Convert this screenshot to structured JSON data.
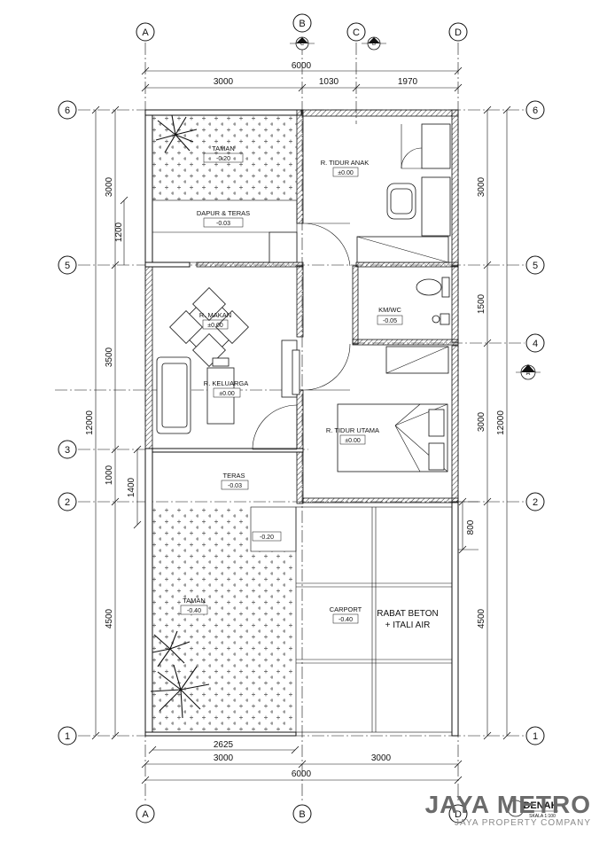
{
  "grid": {
    "letters": [
      "A",
      "B",
      "C",
      "D"
    ],
    "numbers": [
      "1",
      "2",
      "3",
      "4",
      "5",
      "6"
    ]
  },
  "dims": {
    "top_total": "6000",
    "top_a": "3000",
    "top_b": "1030",
    "top_c": "1970",
    "bottom_inner": "2625",
    "bottom_a": "3000",
    "bottom_b": "3000",
    "bottom_total": "6000",
    "left_total": "12000",
    "left_3000": "3000",
    "left_1200": "1200",
    "left_3500": "3500",
    "left_1000": "1000",
    "left_1400": "1400",
    "left_4500": "4500",
    "right_total": "12000",
    "right_3000a": "3000",
    "right_1500": "1500",
    "right_3000b": "3000",
    "right_800": "800",
    "right_4500": "4500"
  },
  "section_marks": [
    "C",
    "B",
    "A"
  ],
  "rooms": {
    "taman_top": {
      "name": "TAMAN",
      "level": "-0.20"
    },
    "dapur": {
      "name": "DAPUR & TERAS",
      "level": "-0.03"
    },
    "tidur_anak": {
      "name": "R. TIDUR ANAK",
      "level": "±0.00"
    },
    "makan": {
      "name": "R. MAKAN",
      "level": "±0.00"
    },
    "kmwc": {
      "name": "KM/WC",
      "level": "-0.05"
    },
    "keluarga": {
      "name": "R. KELUARGA",
      "level": "±0.00"
    },
    "tidur_utama": {
      "name": "R. TIDUR UTAMA",
      "level": "±0.00"
    },
    "teras": {
      "name": "TERAS",
      "level": "-0.03"
    },
    "step": {
      "level": "-0.20"
    },
    "taman_bottom": {
      "name": "TAMAN",
      "level": "-0.40"
    },
    "carport": {
      "name": "CARPORT",
      "level": "-0.40"
    }
  },
  "rabat": {
    "line1": "RABAT BETON",
    "line2": "+ ITALI AIR"
  },
  "title": {
    "label": "DENAH",
    "scale": "SKALA 1:100"
  },
  "brand": {
    "name": "JAYA METRO",
    "sub": "JAYA PROPERTY COMPANY"
  }
}
